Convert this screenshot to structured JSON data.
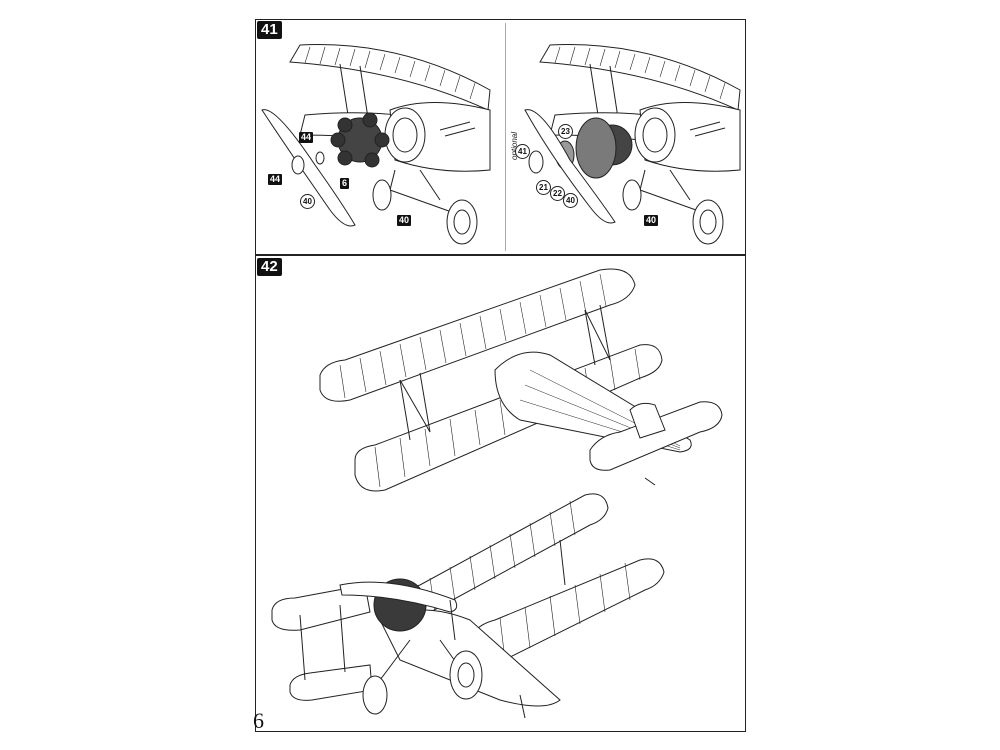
{
  "step_41": {
    "number": "41",
    "left_view": {
      "parts": [
        "44",
        "44",
        "6",
        "40",
        "40"
      ]
    },
    "right_view": {
      "note": "optional",
      "parts": [
        "41",
        "23",
        "21",
        "22",
        "40",
        "40"
      ]
    }
  },
  "step_42": {
    "number": "42"
  },
  "page_number": "6",
  "colors": {
    "line": "#222222",
    "paper": "#ffffff",
    "badge": "#111111",
    "engine_grey": "#7a7a7a"
  },
  "icons": [
    "biplane-drawing",
    "radial-engine-drawing",
    "propeller-drawing"
  ]
}
